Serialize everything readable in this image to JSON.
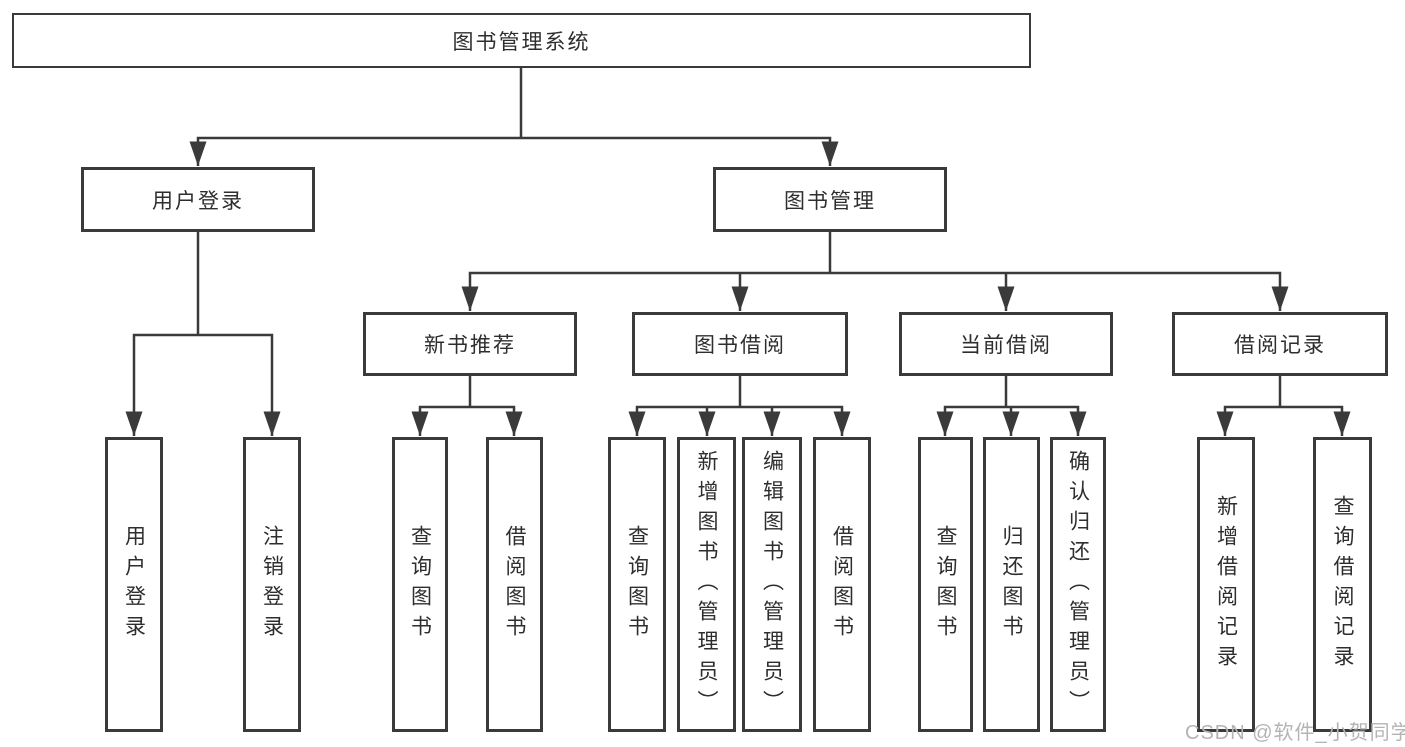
{
  "diagram": {
    "root": {
      "label": "图书管理系统"
    },
    "branches": [
      {
        "label": "用户登录",
        "children": [
          {
            "label": "用户登录"
          },
          {
            "label": "注销登录"
          }
        ]
      },
      {
        "label": "图书管理",
        "children": [
          {
            "label": "新书推荐",
            "children": [
              {
                "label": "查询图书"
              },
              {
                "label": "借阅图书"
              }
            ]
          },
          {
            "label": "图书借阅",
            "children": [
              {
                "label": "查询图书"
              },
              {
                "label": "新增图书（管理员）"
              },
              {
                "label": "编辑图书（管理员）"
              },
              {
                "label": "借阅图书"
              }
            ]
          },
          {
            "label": "当前借阅",
            "children": [
              {
                "label": "查询图书"
              },
              {
                "label": "归还图书"
              },
              {
                "label": "确认归还（管理员）"
              }
            ]
          },
          {
            "label": "借阅记录",
            "children": [
              {
                "label": "新增借阅记录"
              },
              {
                "label": "查询借阅记录"
              }
            ]
          }
        ]
      }
    ]
  },
  "watermark": {
    "text": "CSDN @软件_小贺同学"
  },
  "colors": {
    "line": "#3a3a3a",
    "text": "#2e2e2e",
    "watermark": "#b4b4b4",
    "background": "#ffffff"
  }
}
